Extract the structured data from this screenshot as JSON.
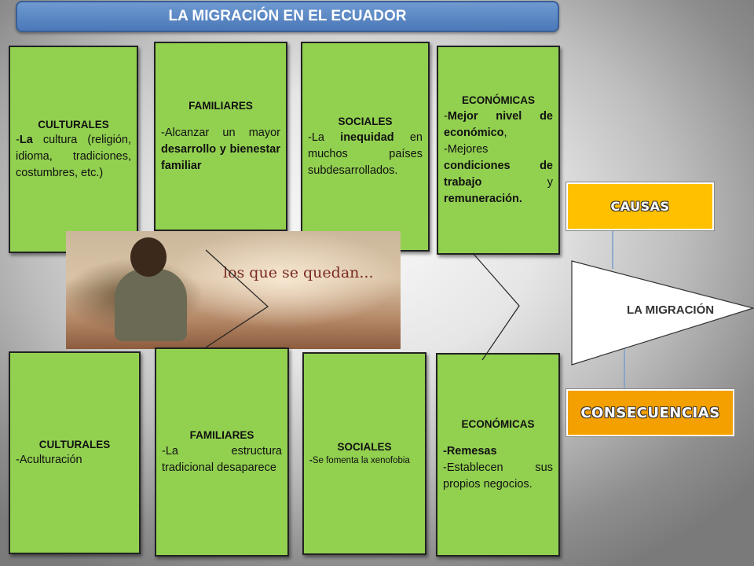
{
  "title": "LA MIGRACIÓN EN EL ECUADOR",
  "causes": {
    "culturales": {
      "title": "CULTURALES",
      "t1": "-",
      "b1": "La",
      "t2": " cultura (religión, idioma, tradiciones, costumbres, etc.)"
    },
    "familiares": {
      "title": "FAMILIARES",
      "t1": "-Alcanzar un mayor ",
      "b1": "desarrollo y bienestar familiar"
    },
    "sociales": {
      "title": "SOCIALES",
      "t1": "-La ",
      "b1": "inequidad",
      "t2": " en muchos países subdesarrollados."
    },
    "economicas": {
      "title": "ECONÓMICAS",
      "t1": "-",
      "b1": "Mejor nivel de económico",
      "t2": ",",
      "t3": "-Mejores ",
      "b2": "condiciones de trabajo",
      "t4": " y ",
      "b3": "remuneración."
    }
  },
  "consequences": {
    "culturales": {
      "title": "CULTURALES",
      "t1": "-Aculturación"
    },
    "familiares": {
      "title": "FAMILIARES",
      "t1": "-La estructura tradicional desaparece"
    },
    "sociales": {
      "title": "SOCIALES",
      "b1": "-",
      "t1": "Se fomenta la xenofobia"
    },
    "economicas": {
      "title": "ECONÓMICAS",
      "b1": "-Remesas",
      "t1": "-Establecen sus propios negocios."
    }
  },
  "photo_caption": "los que se quedan...",
  "tags": {
    "causas": "Causas",
    "consecuencias": "Consecuencias"
  },
  "center_label": "LA MIGRACIÓN",
  "colors": {
    "card_green": "#92d050",
    "title_blue": "#4a78b8",
    "causas_orange": "#ffc000",
    "consecuencias_orange": "#f4a000"
  }
}
